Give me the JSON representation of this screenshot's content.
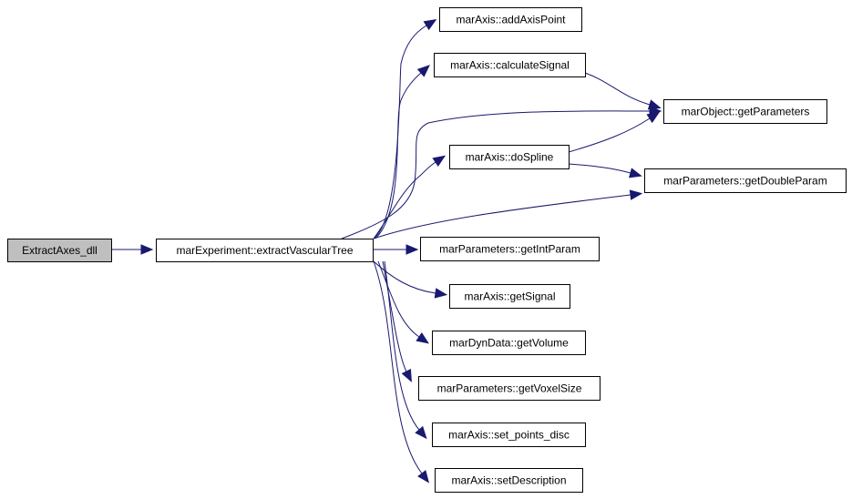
{
  "colors": {
    "edge": "#191970",
    "node_fill": "#ffffff",
    "root_fill": "#bfbfbf",
    "border": "#000000"
  },
  "nodes": [
    {
      "id": "extractaxes_dll",
      "label": "ExtractAxes_dll",
      "root": true
    },
    {
      "id": "extractvasculartree",
      "label": "marExperiment::extractVascularTree"
    },
    {
      "id": "addaxispoint",
      "label": "marAxis::addAxisPoint"
    },
    {
      "id": "calculatesignal",
      "label": "marAxis::calculateSignal"
    },
    {
      "id": "getparameters",
      "label": "marObject::getParameters"
    },
    {
      "id": "dospline",
      "label": "marAxis::doSpline"
    },
    {
      "id": "getdoubleparam",
      "label": "marParameters::getDoubleParam"
    },
    {
      "id": "getintparam",
      "label": "marParameters::getIntParam"
    },
    {
      "id": "getsignal",
      "label": "marAxis::getSignal"
    },
    {
      "id": "getvolume",
      "label": "marDynData::getVolume"
    },
    {
      "id": "getvoxelsize",
      "label": "marParameters::getVoxelSize"
    },
    {
      "id": "set_points_disc",
      "label": "marAxis::set_points_disc"
    },
    {
      "id": "setdescription",
      "label": "marAxis::setDescription"
    }
  ],
  "edges": [
    {
      "from": "extractaxes_dll",
      "to": "extractvasculartree"
    },
    {
      "from": "extractvasculartree",
      "to": "addaxispoint"
    },
    {
      "from": "extractvasculartree",
      "to": "calculatesignal"
    },
    {
      "from": "extractvasculartree",
      "to": "getparameters"
    },
    {
      "from": "extractvasculartree",
      "to": "dospline"
    },
    {
      "from": "extractvasculartree",
      "to": "getdoubleparam"
    },
    {
      "from": "extractvasculartree",
      "to": "getintparam"
    },
    {
      "from": "extractvasculartree",
      "to": "getsignal"
    },
    {
      "from": "extractvasculartree",
      "to": "getvolume"
    },
    {
      "from": "extractvasculartree",
      "to": "getvoxelsize"
    },
    {
      "from": "extractvasculartree",
      "to": "set_points_disc"
    },
    {
      "from": "extractvasculartree",
      "to": "setdescription"
    },
    {
      "from": "calculatesignal",
      "to": "getparameters"
    },
    {
      "from": "dospline",
      "to": "getparameters"
    },
    {
      "from": "dospline",
      "to": "getdoubleparam"
    }
  ]
}
